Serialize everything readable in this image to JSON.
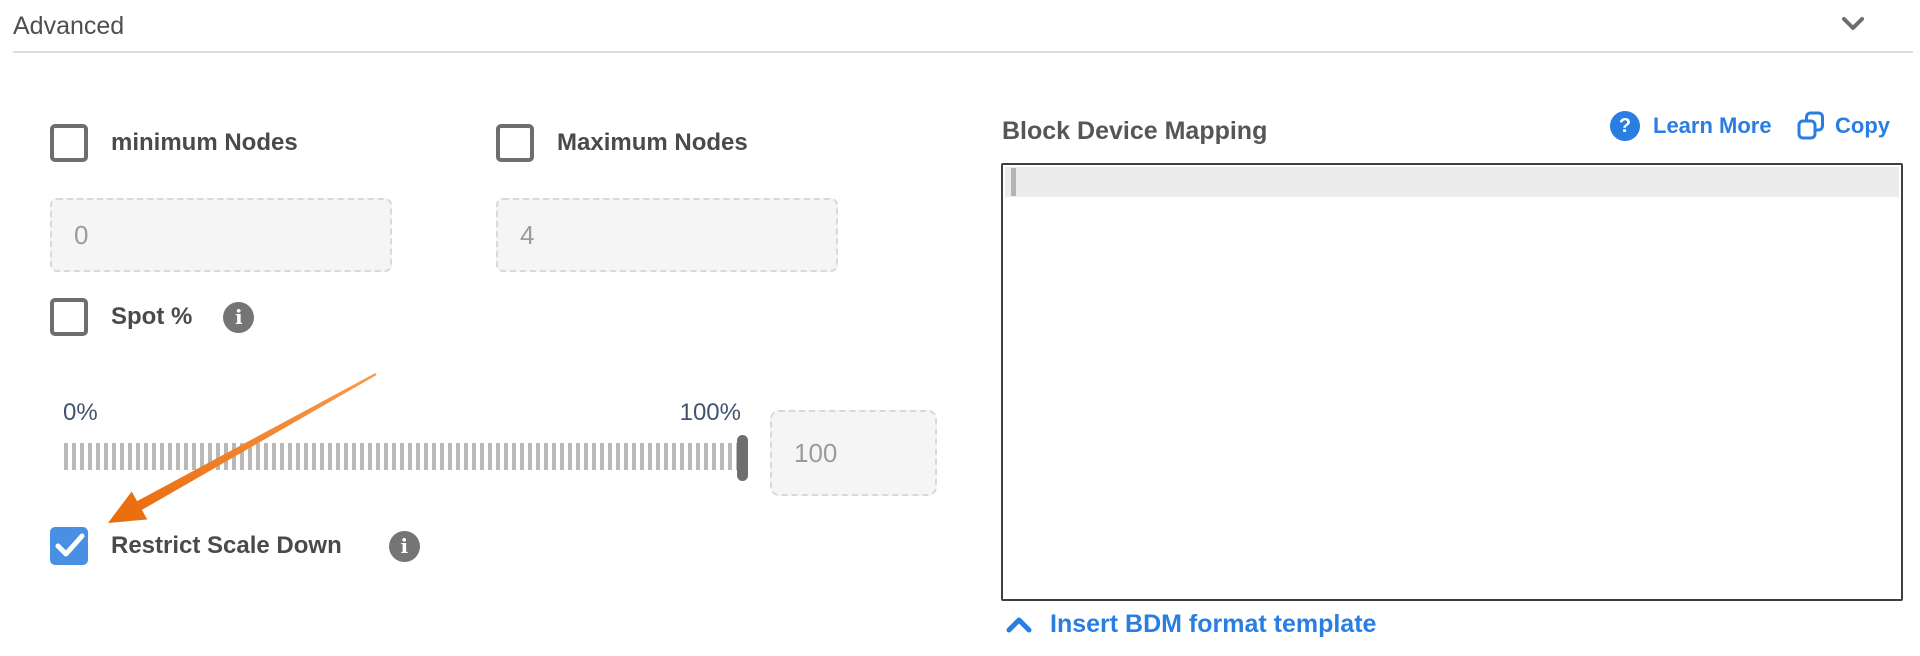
{
  "header": {
    "title": "Advanced",
    "collapse_icon": "chevron-down"
  },
  "form": {
    "min_nodes": {
      "label": "minimum Nodes",
      "checked": false,
      "value": "0"
    },
    "max_nodes": {
      "label": "Maximum Nodes",
      "checked": false,
      "value": "4"
    },
    "spot": {
      "label": "Spot %",
      "checked": false,
      "info_icon": "info-circle"
    },
    "slider": {
      "min_label": "0%",
      "max_label": "100%",
      "value": "100",
      "handle_position": "100%"
    },
    "restrict": {
      "label": "Restrict Scale Down",
      "checked": true,
      "info_icon": "info-circle"
    }
  },
  "bdm": {
    "title": "Block Device Mapping",
    "learn_more_label": "Learn More",
    "copy_label": "Copy",
    "editor_value": "",
    "insert_link_label": "Insert BDM format template"
  },
  "annotation": {
    "type": "orange-arrow",
    "points_at": "restrict-scale-down-checkbox"
  },
  "colors": {
    "link_blue": "#2a7de1",
    "checkbox_checked_blue": "#4a90e2",
    "label_gray": "#4a4a4a",
    "slider_label_slate": "#44536e",
    "arrow_orange": "#ed6b10",
    "editor_border": "#3f3f3f",
    "active_line_gray": "#ececec"
  }
}
